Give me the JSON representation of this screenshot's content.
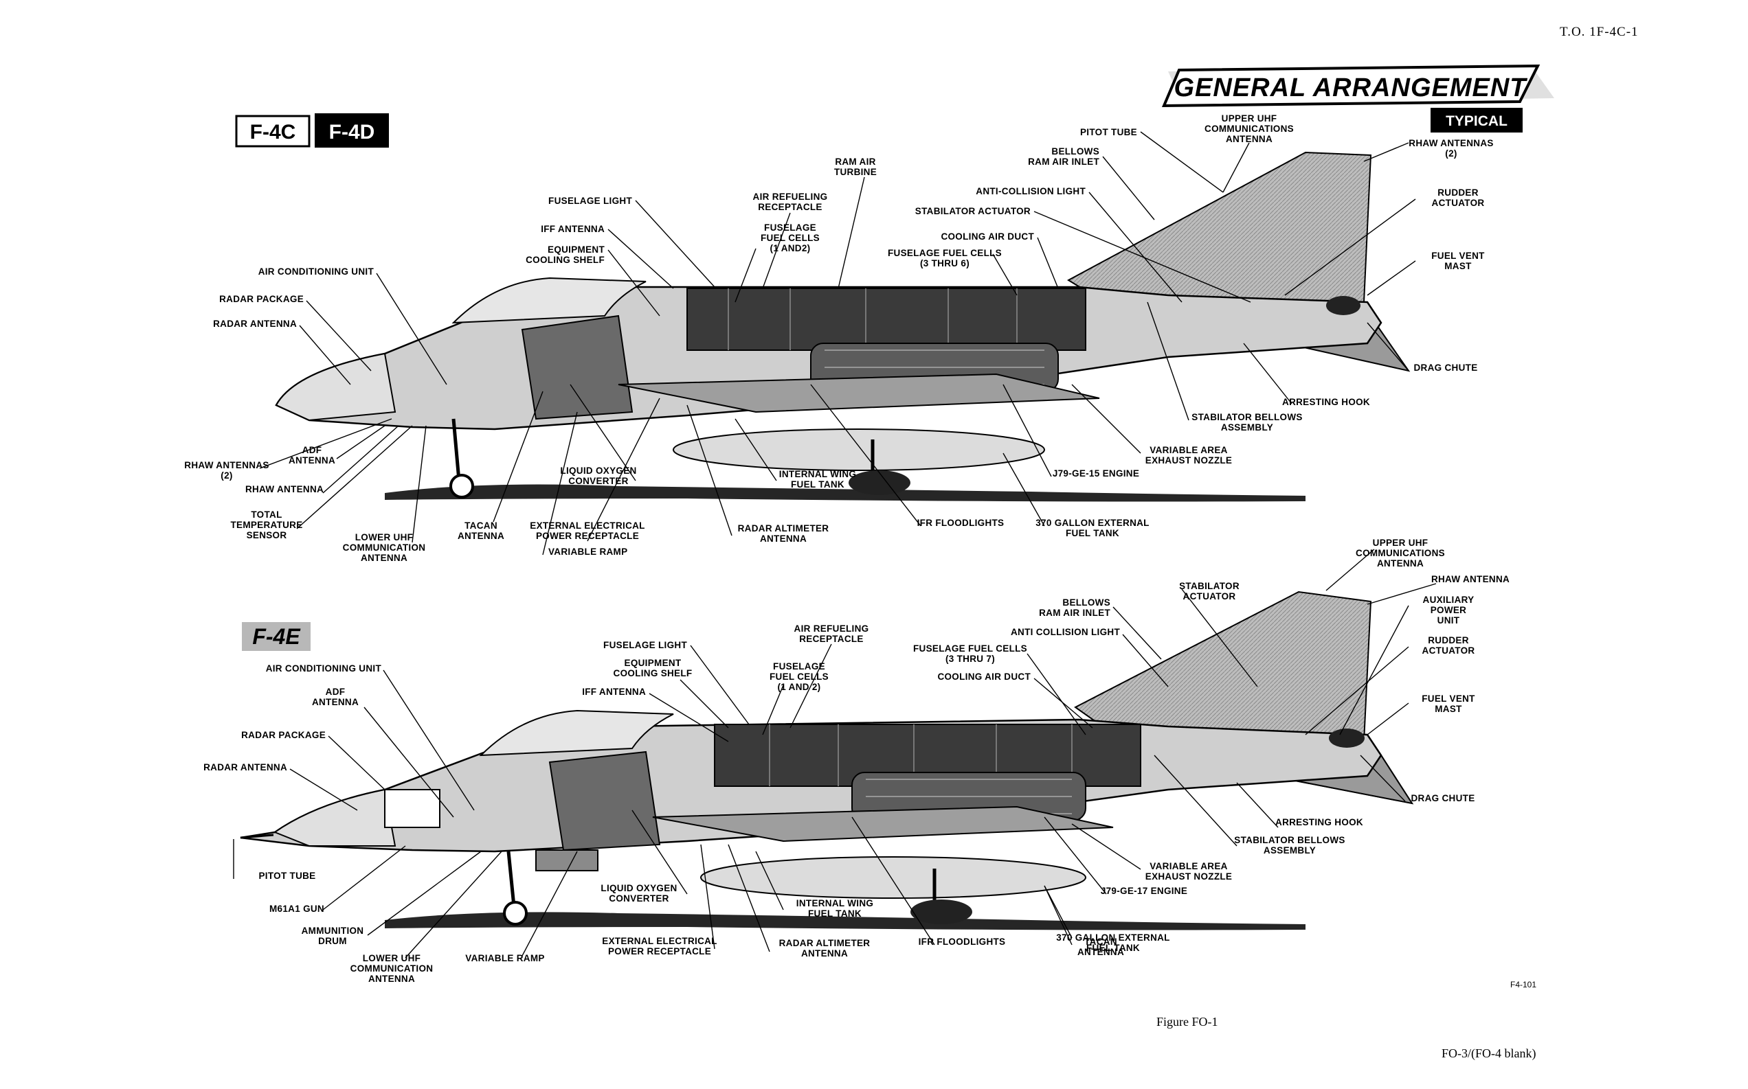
{
  "header": {
    "to_number": "T.O. 1F-4C-1",
    "title": "GENERAL ARRANGEMENT",
    "subtitle": "TYPICAL"
  },
  "top_variant": {
    "badge_a": "F-4C",
    "badge_b": "F-4D"
  },
  "bottom_variant": {
    "badge": "F-4E"
  },
  "top_labels": [
    [
      "PITOT TUBE"
    ],
    [
      "UPPER UHF",
      "COMMUNICATIONS",
      "ANTENNA"
    ],
    [
      "RHAW ANTENNAS",
      "(2)"
    ],
    [
      "BELLOWS",
      "RAM AIR INLET"
    ],
    [
      "RAM AIR",
      "TURBINE"
    ],
    [
      "ANTI-COLLISION LIGHT"
    ],
    [
      "RUDDER",
      "ACTUATOR"
    ],
    [
      "FUSELAGE LIGHT"
    ],
    [
      "AIR REFUELING",
      "RECEPTACLE"
    ],
    [
      "STABILATOR ACTUATOR"
    ],
    [
      "IFF ANTENNA"
    ],
    [
      "FUSELAGE",
      "FUEL CELLS",
      "(1 AND2)"
    ],
    [
      "COOLING AIR DUCT"
    ],
    [
      "EQUIPMENT",
      "COOLING SHELF"
    ],
    [
      "FUSELAGE FUEL CELLS",
      "(3 THRU 6)"
    ],
    [
      "FUEL VENT",
      "MAST"
    ],
    [
      "AIR CONDITIONING UNIT"
    ],
    [
      "RADAR PACKAGE"
    ],
    [
      "RADAR ANTENNA"
    ],
    [
      "DRAG CHUTE"
    ],
    [
      "ARRESTING HOOK"
    ],
    [
      "STABILATOR BELLOWS",
      "ASSEMBLY"
    ],
    [
      "ADF",
      "ANTENNA"
    ],
    [
      "VARIABLE AREA",
      "EXHAUST NOZZLE"
    ],
    [
      "RHAW ANTENNAS",
      "(2)"
    ],
    [
      "LIQUID OXYGEN",
      "CONVERTER"
    ],
    [
      "J79-GE-15 ENGINE"
    ],
    [
      "INTERNAL WING",
      "FUEL TANK"
    ],
    [
      "RHAW ANTENNA"
    ],
    [
      "TOTAL",
      "TEMPERATURE",
      "SENSOR"
    ],
    [
      "TACAN",
      "ANTENNA"
    ],
    [
      "EXTERNAL ELECTRICAL",
      "POWER RECEPTACLE"
    ],
    [
      "RADAR ALTIMETER",
      "ANTENNA"
    ],
    [
      "IFR FLOODLIGHTS"
    ],
    [
      "370 GALLON EXTERNAL",
      "FUEL TANK"
    ],
    [
      "LOWER UHF",
      "COMMUNICATION",
      "ANTENNA"
    ],
    [
      "VARIABLE RAMP"
    ]
  ],
  "bottom_labels": [
    [
      "UPPER UHF",
      "COMMUNICATIONS",
      "ANTENNA"
    ],
    [
      "STABILATOR",
      "ACTUATOR"
    ],
    [
      "RHAW ANTENNA"
    ],
    [
      "BELLOWS",
      "RAM AIR INLET"
    ],
    [
      "AUXILIARY",
      "POWER",
      "UNIT"
    ],
    [
      "AIR REFUELING",
      "RECEPTACLE"
    ],
    [
      "ANTI COLLISION LIGHT"
    ],
    [
      "RUDDER",
      "ACTUATOR"
    ],
    [
      "FUSELAGE LIGHT"
    ],
    [
      "FUSELAGE FUEL CELLS",
      "(3 THRU 7)"
    ],
    [
      "AIR CONDITIONING UNIT"
    ],
    [
      "EQUIPMENT",
      "COOLING SHELF"
    ],
    [
      "FUSELAGE",
      "FUEL CELLS",
      "(1 AND 2)"
    ],
    [
      "COOLING AIR DUCT"
    ],
    [
      "ADF",
      "ANTENNA"
    ],
    [
      "IFF ANTENNA"
    ],
    [
      "FUEL VENT",
      "MAST"
    ],
    [
      "RADAR PACKAGE"
    ],
    [
      "RADAR ANTENNA"
    ],
    [
      "DRAG CHUTE"
    ],
    [
      "ARRESTING HOOK"
    ],
    [
      "STABILATOR BELLOWS",
      "ASSEMBLY"
    ],
    [
      "VARIABLE AREA",
      "EXHAUST NOZZLE"
    ],
    [
      "PITOT TUBE"
    ],
    [
      "LIQUID OXYGEN",
      "CONVERTER"
    ],
    [
      "J79-GE-17 ENGINE"
    ],
    [
      "M61A1 GUN"
    ],
    [
      "INTERNAL WING",
      "FUEL TANK"
    ],
    [
      "AMMUNITION",
      "DRUM"
    ],
    [
      "EXTERNAL ELECTRICAL",
      "POWER RECEPTACLE"
    ],
    [
      "RADAR ALTIMETER",
      "ANTENNA"
    ],
    [
      "IFR FLOODLIGHTS"
    ],
    [
      "370 GALLON EXTERNAL",
      "FUEL TANK"
    ],
    [
      "TACAN",
      "ANTENNA"
    ],
    [
      "LOWER UHF",
      "COMMUNICATION",
      "ANTENNA"
    ],
    [
      "VARIABLE RAMP"
    ]
  ],
  "footer": {
    "figure_code": "F4-101",
    "figure_caption": "Figure FO-1",
    "page_number": "FO-3/(FO-4 blank)"
  }
}
